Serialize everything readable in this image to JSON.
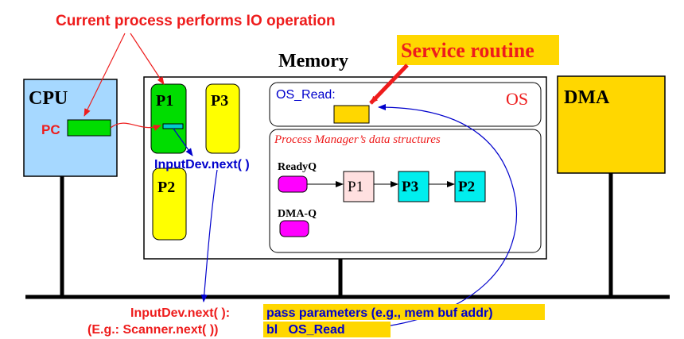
{
  "title_annotation": "Current process performs IO operation",
  "memory": {
    "label": "Memory",
    "processes": {
      "p1": "P1",
      "p2": "P2",
      "p3": "P3"
    },
    "call_label": "InputDev.next( )"
  },
  "cpu": {
    "label": "CPU",
    "pc_label": "PC"
  },
  "dma": {
    "label": "DMA"
  },
  "os": {
    "label": "OS",
    "read_label": "OS_Read:",
    "service_routine": "Service routine",
    "pm_title": "Process Manager’s data structures",
    "readyq_label": "ReadyQ",
    "readyq_items": [
      "P1",
      "P3",
      "P2"
    ],
    "dmaq_label": "DMA-Q"
  },
  "bottom": {
    "func_label": "InputDev.next( ):",
    "example_label": "(E.g.: Scanner.next( ))",
    "code_line1": "pass parameters (e.g., mem buf addr)",
    "code_line2": "bl   OS_Read"
  },
  "colors": {
    "red": "#ee1c1c",
    "blue": "#0000cc",
    "green": "#00dd00",
    "yellow": "#ffff00",
    "gold": "#ffd700",
    "cpu_blue": "#a6d8ff",
    "cyan": "#00eeee",
    "magenta": "#ff00ff",
    "pink": "#ffe0e0"
  }
}
